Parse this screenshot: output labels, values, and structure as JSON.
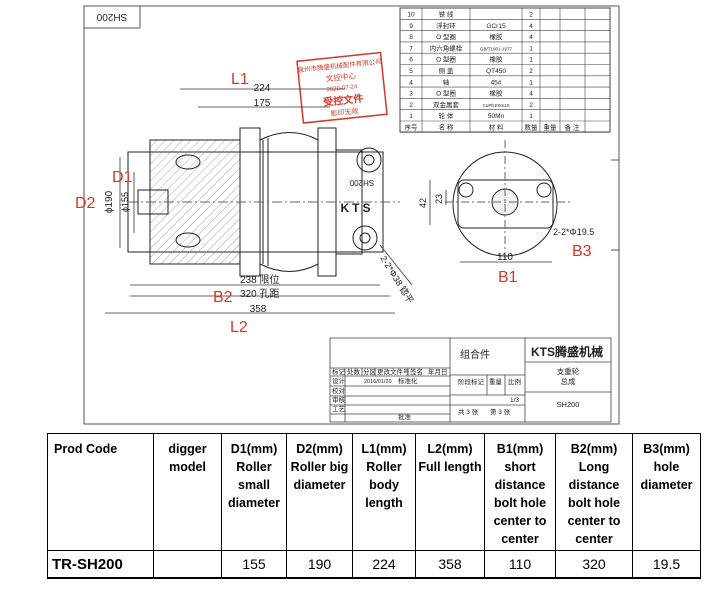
{
  "drawing": {
    "corner_label": "SH200",
    "dims": {
      "l1": "224",
      "l1b": "175",
      "d2": "190",
      "d1": "155",
      "b2a": "238 限位",
      "b2b": "320 孔距",
      "l2": "358",
      "hole_angle": "2-2*Φ38 锪平",
      "side_42": "42",
      "side_23": "23",
      "side_110": "110",
      "side_hole": "2-2*Φ19.5"
    },
    "labels": {
      "L1": "L1",
      "D1": "D1",
      "D2": "D2",
      "B2": "B2",
      "L2": "L2",
      "B1": "B1",
      "B3": "B3"
    },
    "body_text": {
      "kts": "KTS",
      "model_mark": "SH200"
    },
    "stamp": {
      "line1": "泉州市腾盛机械配件有限公司",
      "line2": "文控中心",
      "line3": "2020-07-24",
      "line4": "受控文件",
      "line5": "影印无效"
    },
    "bom": {
      "rows": [
        {
          "no": "10",
          "name": "铁 线",
          "spec": "",
          "qty": "2"
        },
        {
          "no": "9",
          "name": "浮封环",
          "spec": "GCr15",
          "qty": "4"
        },
        {
          "no": "8",
          "name": "O 型圈",
          "spec": "橡胶",
          "qty": "4"
        },
        {
          "no": "7",
          "name": "内六角螺栓",
          "spec": "GB/T1001-1977",
          "qty": "1"
        },
        {
          "no": "6",
          "name": "O 型圈",
          "spec": "橡胶",
          "qty": "1"
        },
        {
          "no": "5",
          "name": "侧 盖",
          "spec": "QT450",
          "qty": "2"
        },
        {
          "no": "4",
          "name": "轴",
          "spec": "45#",
          "qty": "1"
        },
        {
          "no": "3",
          "name": "O 型圈",
          "spec": "橡胶",
          "qty": "4"
        },
        {
          "no": "2",
          "name": "双金属套",
          "spec": "CuPb10Sn10",
          "qty": "2"
        },
        {
          "no": "1",
          "name": "轮 体",
          "spec": "50Mn",
          "qty": "1"
        }
      ],
      "header": {
        "no": "序号",
        "name": "名 称",
        "spec": "材 料",
        "qty": "数量",
        "weight": "重量",
        "remark": "备 注"
      }
    },
    "title_block": {
      "assembly": "组合件",
      "company": "KTS腾盛机械",
      "part_name": "支重轮",
      "part_sub": "总成",
      "part_no": "SH200",
      "row_labels": [
        "标记",
        "处数",
        "分区",
        "更改文件号",
        "签名",
        "年月日"
      ],
      "design": "设计",
      "design_date": "2016/01/20",
      "standard": "标准化",
      "check": "校对",
      "review": "审核",
      "process": "工艺",
      "approve": "批准",
      "stage": "阶段标记",
      "weight": "重量",
      "scale": "比例",
      "scale_val": "1/3",
      "sheets": "共 3 张",
      "sheet_no": "第 3 张"
    }
  },
  "table": {
    "headers": [
      "Prod Code",
      "digger model",
      "D1(mm) Roller small diameter",
      "D2(mm) Roller big diameter",
      "L1(mm) Roller body length",
      "L2(mm) Full length",
      "B1(mm) short distance bolt hole center to center",
      "B2(mm) Long distance bolt hole center to center",
      "B3(mm) hole diameter"
    ],
    "row": [
      "TR-SH200",
      "",
      "155",
      "190",
      "224",
      "358",
      "110",
      "320",
      "19.5"
    ]
  }
}
